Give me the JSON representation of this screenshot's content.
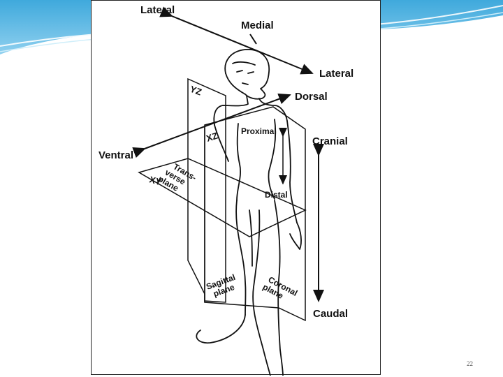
{
  "slide": {
    "page_number": "22",
    "colors": {
      "header_wave": "#4fb3e0",
      "header_wave_light": "#a9dcf2",
      "background": "#ffffff"
    }
  },
  "diagram": {
    "labels": {
      "lateral_top": "Lateral",
      "medial": "Medial",
      "lateral_right": "Lateral",
      "dorsal": "Dorsal",
      "ventral": "Ventral",
      "cranial": "Cranial",
      "caudal": "Caudal",
      "proximal": "Proximal",
      "distal": "Distal",
      "yz": "YZ",
      "xz": "XZ",
      "xy": "XY",
      "transverse_1": "Trans-",
      "transverse_2": "verse",
      "transverse_3": "plane",
      "sagittal_1": "Sagittal",
      "sagittal_2": "plane",
      "coronal_1": "Coronal",
      "coronal_2": "plane"
    }
  }
}
